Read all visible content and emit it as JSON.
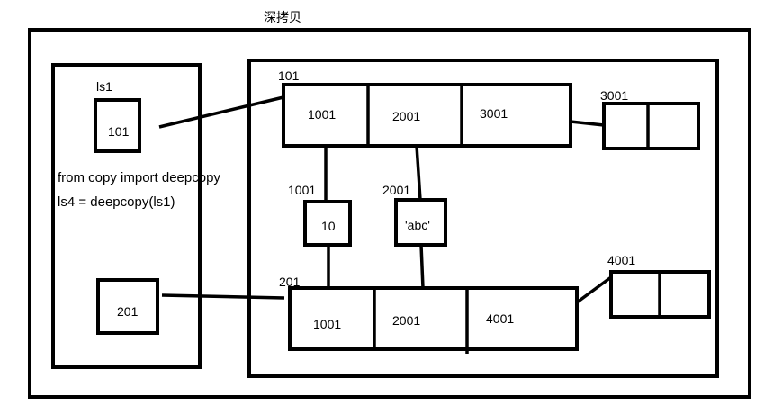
{
  "title": "深拷贝",
  "left_panel": {
    "var_name": "ls1",
    "ls1_value": "101",
    "ls4_value": "201",
    "code_line_1": "from copy import deepcopy",
    "code_line_2": "ls4 = deepcopy(ls1)"
  },
  "list_101": {
    "address": "101",
    "cells": [
      "1001",
      "2001",
      "3001"
    ]
  },
  "list_201": {
    "address": "201",
    "cells": [
      "1001",
      "2001",
      "4001"
    ]
  },
  "objects": {
    "int_obj": {
      "address": "1001",
      "value": "10"
    },
    "str_obj": {
      "address": "2001",
      "value": "'abc'"
    },
    "sublist_3001": {
      "address": "3001"
    },
    "sublist_4001": {
      "address": "4001"
    }
  }
}
